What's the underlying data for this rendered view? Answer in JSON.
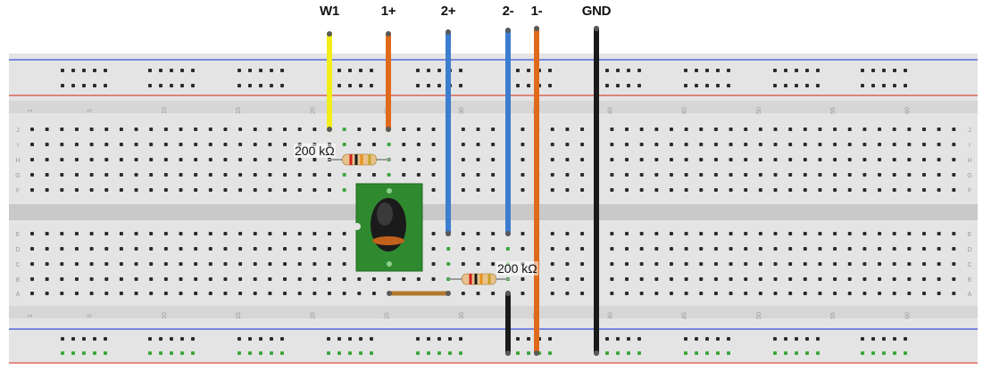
{
  "wire_labels": {
    "w1": "W1",
    "p1": "1+",
    "p2": "2+",
    "m2": "2-",
    "m1": "1-",
    "gnd": "GND"
  },
  "resistors": {
    "r_top": "200 kΩ",
    "r_bottom": "200 kΩ"
  },
  "column_numbers": [
    "1",
    "5",
    "10",
    "15",
    "20",
    "25",
    "30",
    "35",
    "40",
    "45",
    "50",
    "55",
    "60"
  ],
  "row_letters_top": [
    "J",
    "I",
    "H",
    "G",
    "F"
  ],
  "row_letters_bottom": [
    "E",
    "D",
    "C",
    "B",
    "A"
  ],
  "colors": {
    "board": "#e4e4e4",
    "rail_blue": "#3a4fd8",
    "rail_red": "#d8483a",
    "hole": "#2b2b2b",
    "active_hole": "#3aa63a",
    "wire_yellow": "#f2ee1a",
    "wire_orange": "#e06a1c",
    "wire_blue": "#3c7dd0",
    "wire_black": "#1a1a1a",
    "wire_brown": "#b07a30",
    "module_green": "#2f8a2f"
  }
}
